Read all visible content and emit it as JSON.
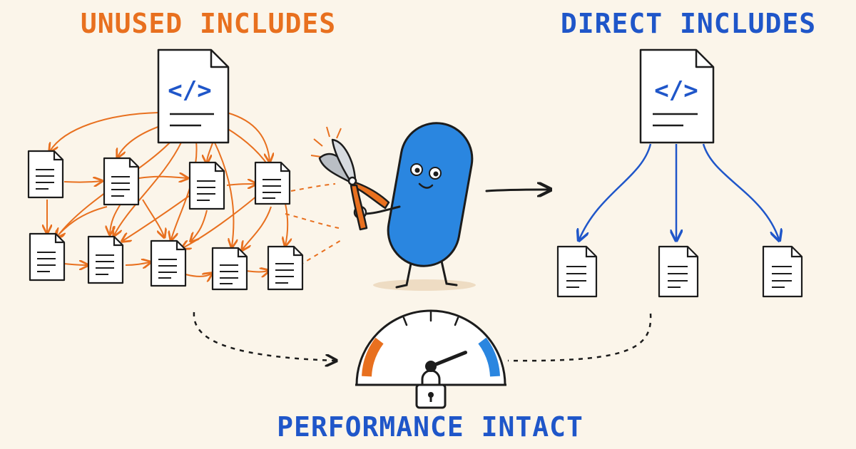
{
  "titles": {
    "left": "UNUSED INCLUDES",
    "right": "DIRECT INCLUDES",
    "bottom": "PERFORMANCE INTACT"
  },
  "code_glyph": "</>",
  "colors": {
    "background": "#fbf5ea",
    "orange": "#e8701f",
    "blue": "#1f56c9",
    "mascot_blue": "#2a86e0",
    "ink": "#1c1c1c",
    "paper": "#ffffff"
  },
  "gauge": {
    "level": 0.8
  }
}
